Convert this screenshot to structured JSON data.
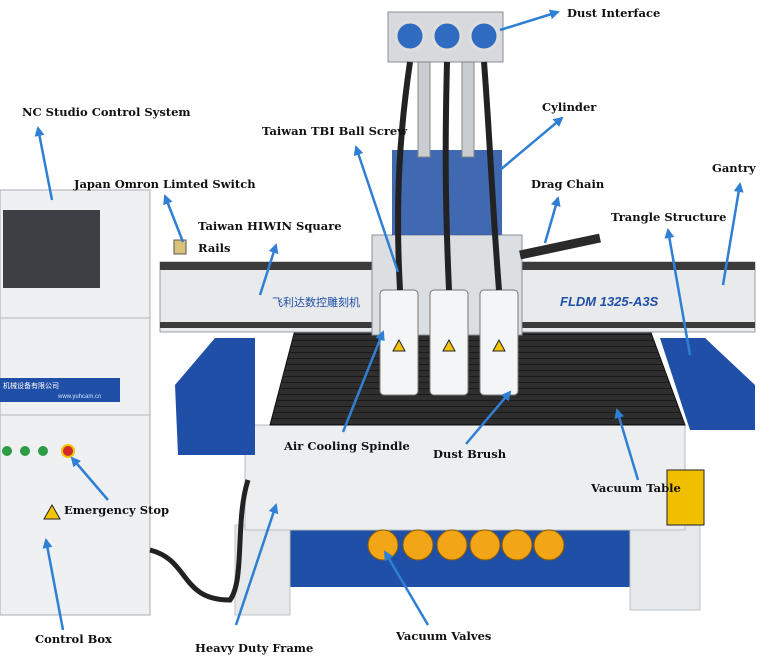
{
  "labels": {
    "dust_interface": "Dust Interface",
    "nc_studio": "NC Studio Control System",
    "cylinder": "Cylinder",
    "ball_screw": "Taiwan TBI Ball Screw",
    "omron_switch": "Japan Omron Limted Switch",
    "drag_chain": "Drag Chain",
    "gantry": "Gantry",
    "hiwin_rails_line1": "Taiwan HIWIN Square",
    "hiwin_rails_line2": "Rails",
    "triangle_structure": "Trangle Structure",
    "air_cooling_spindle": "Air Cooling Spindle",
    "dust_brush": "Dust Brush",
    "emergency_stop": "Emergency Stop",
    "vacuum_table": "Vacuum Table",
    "control_box": "Control Box",
    "heavy_duty_frame": "Heavy Duty Frame",
    "vacuum_valves": "Vacuum Valves"
  },
  "machine": {
    "model": "FLDM 1325-A3S",
    "brand_cn": "飞利达数控雕刻机",
    "cabinet_plate": "机械设备有限公司",
    "cabinet_url": "www.yuhcam.cn"
  },
  "colors": {
    "arrow": "#2f7fd4",
    "machine_blue": "#1f4fa6",
    "frame": "#e6e8ea",
    "table": "#2b2b2b",
    "valve": "#f2a516"
  }
}
